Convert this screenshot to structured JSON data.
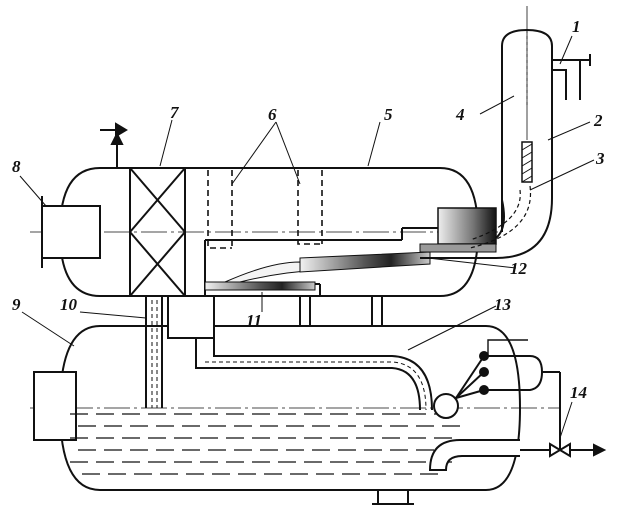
{
  "callouts": [
    {
      "id": "c1",
      "text": "1"
    },
    {
      "id": "c2",
      "text": "2"
    },
    {
      "id": "c3",
      "text": "3"
    },
    {
      "id": "c4",
      "text": "4"
    },
    {
      "id": "c5",
      "text": "5"
    },
    {
      "id": "c6",
      "text": "6"
    },
    {
      "id": "c7",
      "text": "7"
    },
    {
      "id": "c8",
      "text": "8"
    },
    {
      "id": "c9",
      "text": "9"
    },
    {
      "id": "c10",
      "text": "10"
    },
    {
      "id": "c11",
      "text": "11"
    },
    {
      "id": "c12",
      "text": "12"
    },
    {
      "id": "c13",
      "text": "13"
    },
    {
      "id": "c14",
      "text": "14"
    }
  ],
  "colors": {
    "line": "#111111",
    "liquid": "#111111",
    "dark_fill": "#2a2a2a",
    "mid_fill": "#8a8a8a",
    "light_fill": "#d8d8d8",
    "background": "#ffffff"
  }
}
